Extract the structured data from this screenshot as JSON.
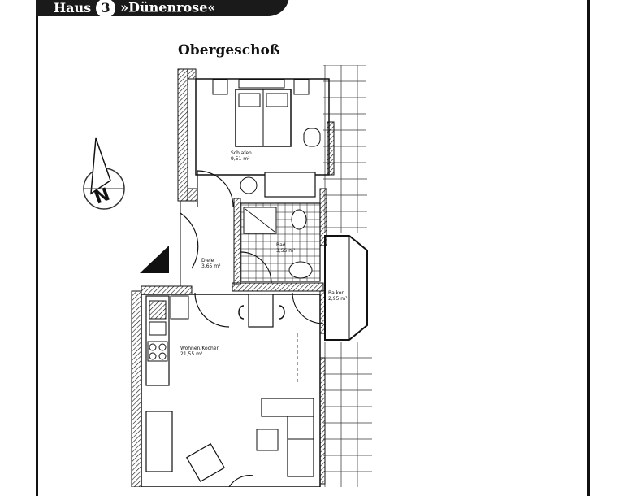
{
  "header": {
    "house_word": "Haus",
    "house_number": "3",
    "house_name": "»Dünenrose«"
  },
  "floor_title": "Obergeschoß",
  "rooms": [
    {
      "name": "Schlafen",
      "area": "9,51 m²"
    },
    {
      "name": "Diele",
      "area": "3,65 m²"
    },
    {
      "name": "Bad",
      "area": "3,55 m²"
    },
    {
      "name": "Balkon",
      "area": "2,95 m²"
    },
    {
      "name": "Wohnen/Kochen",
      "area": "21,55 m²"
    }
  ],
  "icons": [
    "compass-north-icon",
    "stair-triangle-icon"
  ],
  "compass_label": "N"
}
